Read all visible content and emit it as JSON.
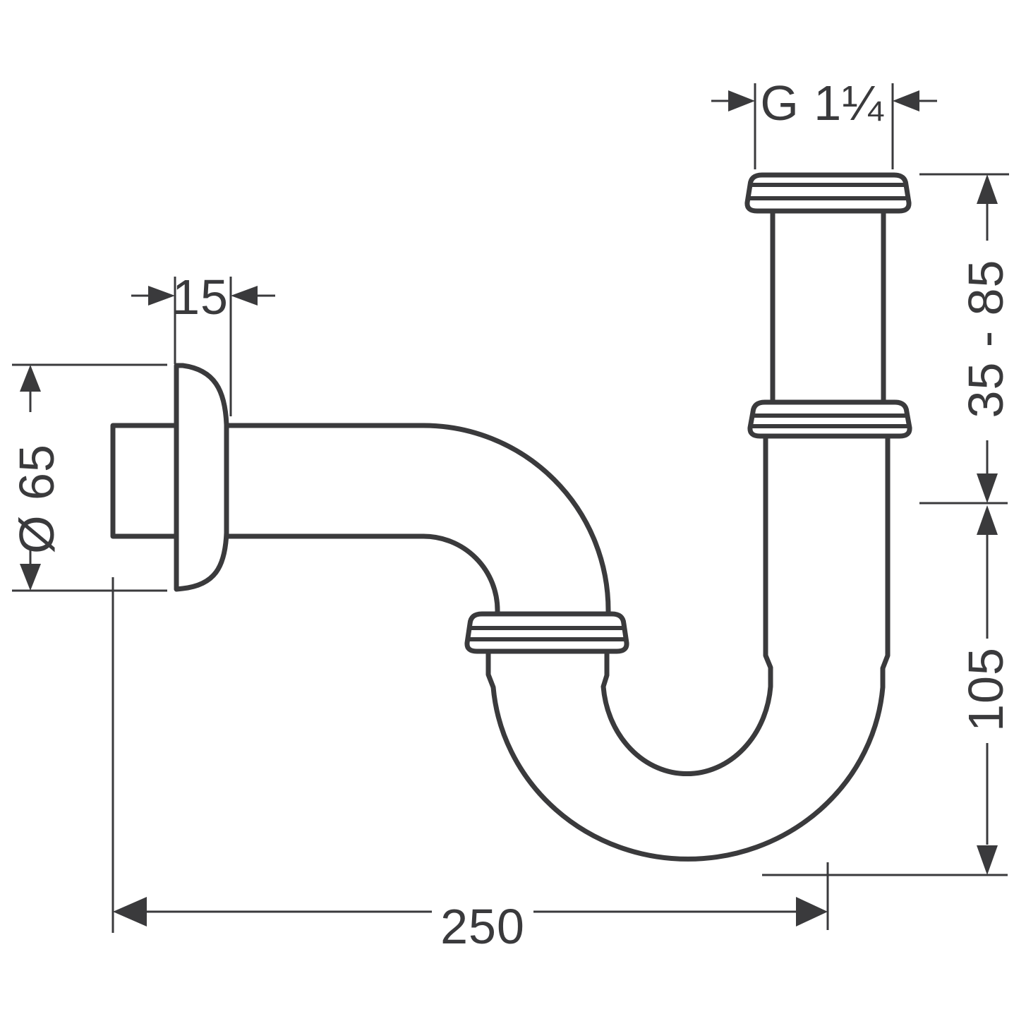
{
  "drawing": {
    "type": "technical-dimension-drawing",
    "subject": "pipe-trap-side-view",
    "background_color": "#ffffff",
    "line_color": "#3a3a3c",
    "labels": {
      "thread_size": "G 1¼",
      "wall_offset": "15",
      "flange_diameter": "Ø 65",
      "adjustable_height_range": "35 - 85",
      "trap_depth": "105",
      "projection_length": "250"
    }
  }
}
